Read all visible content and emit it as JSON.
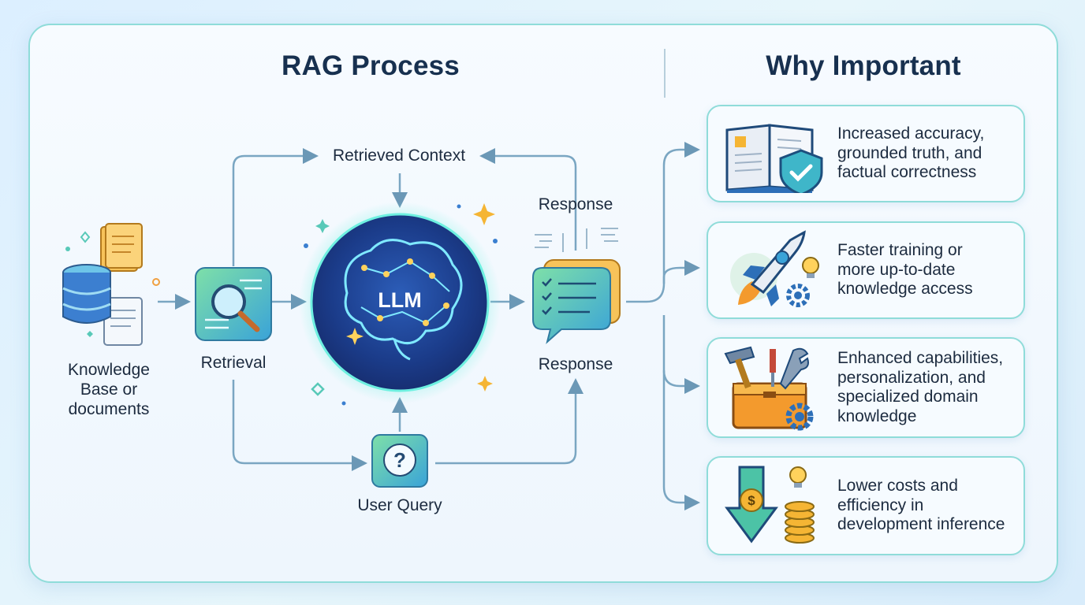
{
  "rag": {
    "title": "RAG Process",
    "nodes": {
      "knowledge": "Knowledge\nBase or\ndocuments",
      "retrieval": "Retrieval",
      "llm": "LLM",
      "retrieved_context": "Retrieved Context",
      "response_top": "Response",
      "response": "Response",
      "user_query": "User Query"
    }
  },
  "why": {
    "title": "Why Important",
    "items": [
      {
        "text": "Increased accuracy,\ngrounded truth, and\nfactual correctness",
        "icon": "book-shield-icon"
      },
      {
        "text": "Faster training or\nmore up-to-date\nknowledge access",
        "icon": "rocket-icon"
      },
      {
        "text": "Enhanced capabilities,\npersonalization, and\nspecialized domain\nknowledge",
        "icon": "toolbox-icon"
      },
      {
        "text": "Lower costs and\nefficiency in\ndevelopment inference",
        "icon": "cost-down-icon"
      }
    ]
  },
  "colors": {
    "accent_teal": "#8fdcd9",
    "arrow": "#7aa6c2",
    "title": "#17304f",
    "llm_core": "#1e3f8f"
  }
}
